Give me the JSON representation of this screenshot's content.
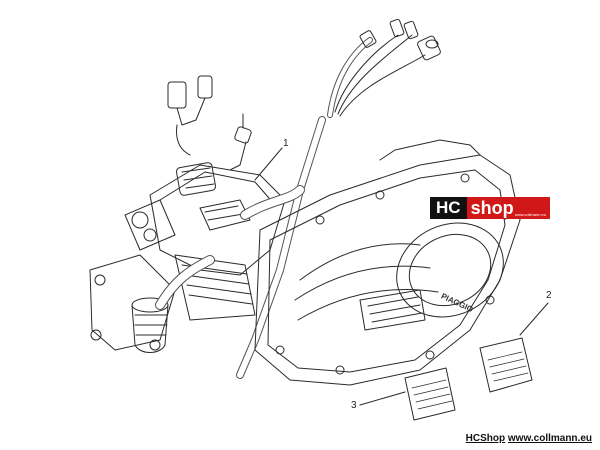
{
  "diagram": {
    "callouts": [
      {
        "id": "1",
        "label": "1"
      },
      {
        "id": "2",
        "label": "2"
      },
      {
        "id": "3",
        "label": "3"
      }
    ],
    "brand_on_engine": "PIAGGIO"
  },
  "watermark": {
    "hc": "HC",
    "shop": "shop",
    "url_small": "www.collmann.eu"
  },
  "footer": {
    "shop": "HCShop",
    "url": "www.collmann.eu"
  },
  "colors": {
    "line": "#2a2a2a",
    "logo_dark": "#111111",
    "logo_red": "#d01818"
  }
}
